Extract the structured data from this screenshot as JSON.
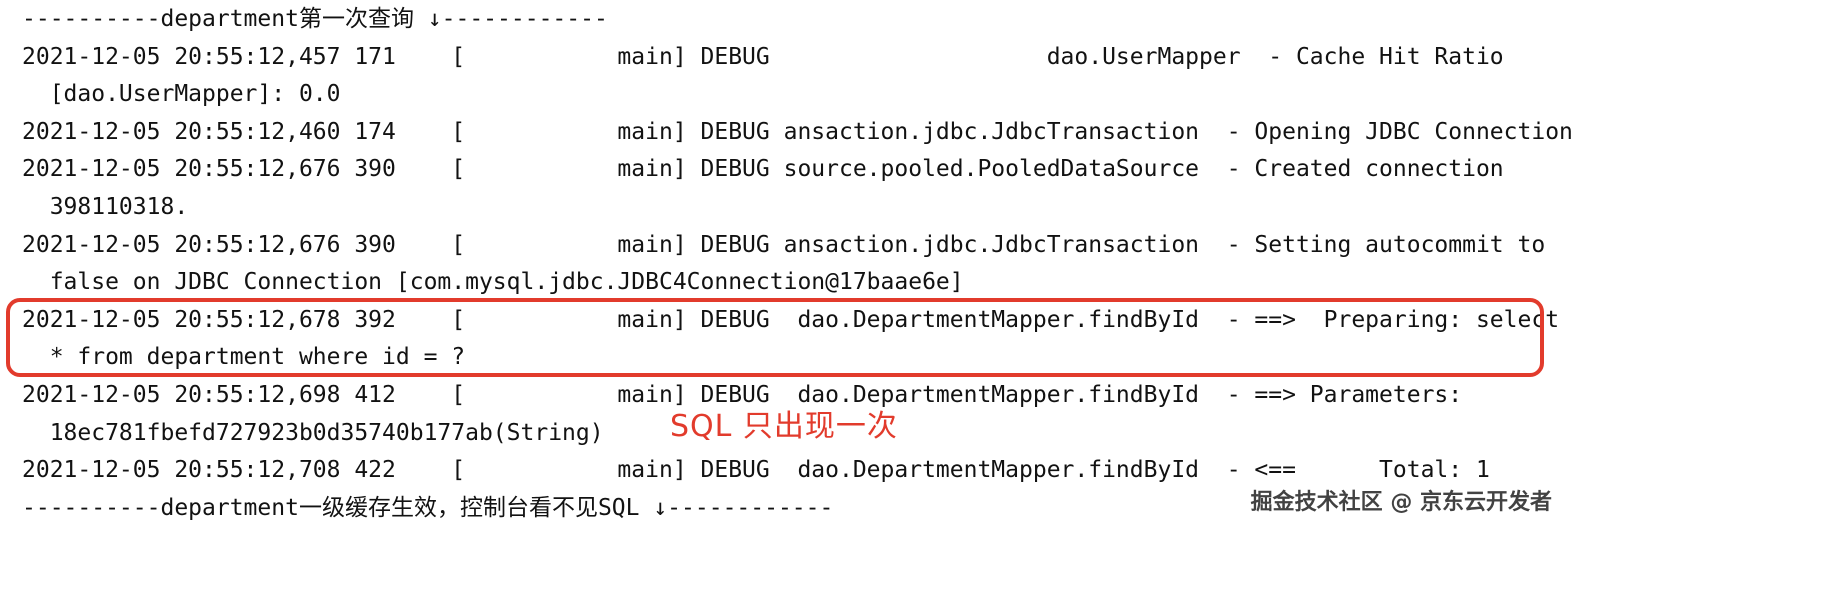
{
  "console": {
    "lines": [
      "----------department第一次查询 ↓------------",
      "2021-12-05 20:55:12,457 171    [           main] DEBUG                    dao.UserMapper  - Cache Hit Ratio",
      "  [dao.UserMapper]: 0.0",
      "2021-12-05 20:55:12,460 174    [           main] DEBUG ansaction.jdbc.JdbcTransaction  - Opening JDBC Connection",
      "2021-12-05 20:55:12,676 390    [           main] DEBUG source.pooled.PooledDataSource  - Created connection",
      "  398110318.",
      "2021-12-05 20:55:12,676 390    [           main] DEBUG ansaction.jdbc.JdbcTransaction  - Setting autocommit to",
      "  false on JDBC Connection [com.mysql.jdbc.JDBC4Connection@17baae6e]",
      "2021-12-05 20:55:12,678 392    [           main] DEBUG  dao.DepartmentMapper.findById  - ==>  Preparing: select",
      "  * from department where id = ?",
      "2021-12-05 20:55:12,698 412    [           main] DEBUG  dao.DepartmentMapper.findById  - ==> Parameters:",
      "  18ec781fbefd727923b0d35740b177ab(String)",
      "2021-12-05 20:55:12,708 422    [           main] DEBUG  dao.DepartmentMapper.findById  - <==      Total: 1",
      "----------department一级缓存生效，控制台看不见SQL ↓------------"
    ]
  },
  "highlight": {
    "line_start_index": 8,
    "line_end_index": 9,
    "color": "#e23b2c"
  },
  "annotation": {
    "text": "SQL 只出现一次",
    "color": "#e23b2c"
  },
  "watermark": {
    "text": "掘金技术社区 @ 京东云开发者"
  },
  "colors": {
    "background": "#ffffff",
    "text": "#121212"
  }
}
